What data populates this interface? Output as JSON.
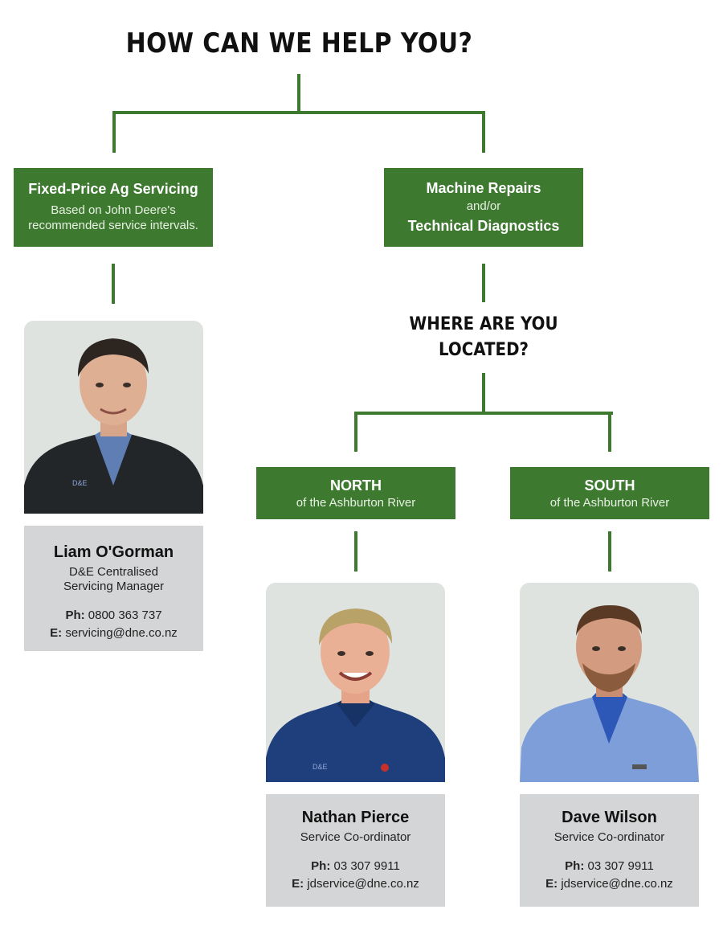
{
  "title": "HOW CAN WE HELP YOU?",
  "colors": {
    "green": "#3d7a30",
    "card_grey": "#d4d5d6",
    "photo_bg": "#dfe3e0"
  },
  "fixed_price": {
    "heading": "Fixed-Price Ag Servicing",
    "line1": "Based on John Deere's",
    "line2": "recommended service intervals."
  },
  "machine_repairs": {
    "heading1": "Machine Repairs",
    "connector": "and/or",
    "heading2": "Technical Diagnostics"
  },
  "location_question": {
    "line1": "WHERE ARE YOU",
    "line2": "LOCATED?"
  },
  "north": {
    "heading": "NORTH",
    "sub": "of the Ashburton River"
  },
  "south": {
    "heading": "SOUTH",
    "sub": "of the Ashburton River"
  },
  "contacts": {
    "liam": {
      "name": "Liam O'Gorman",
      "role1": "D&E Centralised",
      "role2": "Servicing Manager",
      "ph_label": "Ph:",
      "phone": "0800 363 737",
      "e_label": "E:",
      "email": "servicing@dne.co.nz"
    },
    "nathan": {
      "name": "Nathan Pierce",
      "role1": "Service Co-ordinator",
      "ph_label": "Ph:",
      "phone": "03 307 9911",
      "e_label": "E:",
      "email": "jdservice@dne.co.nz"
    },
    "dave": {
      "name": "Dave Wilson",
      "role1": "Service Co-ordinator",
      "ph_label": "Ph:",
      "phone": "03 307 9911",
      "e_label": "E:",
      "email": "jdservice@dne.co.nz"
    }
  }
}
